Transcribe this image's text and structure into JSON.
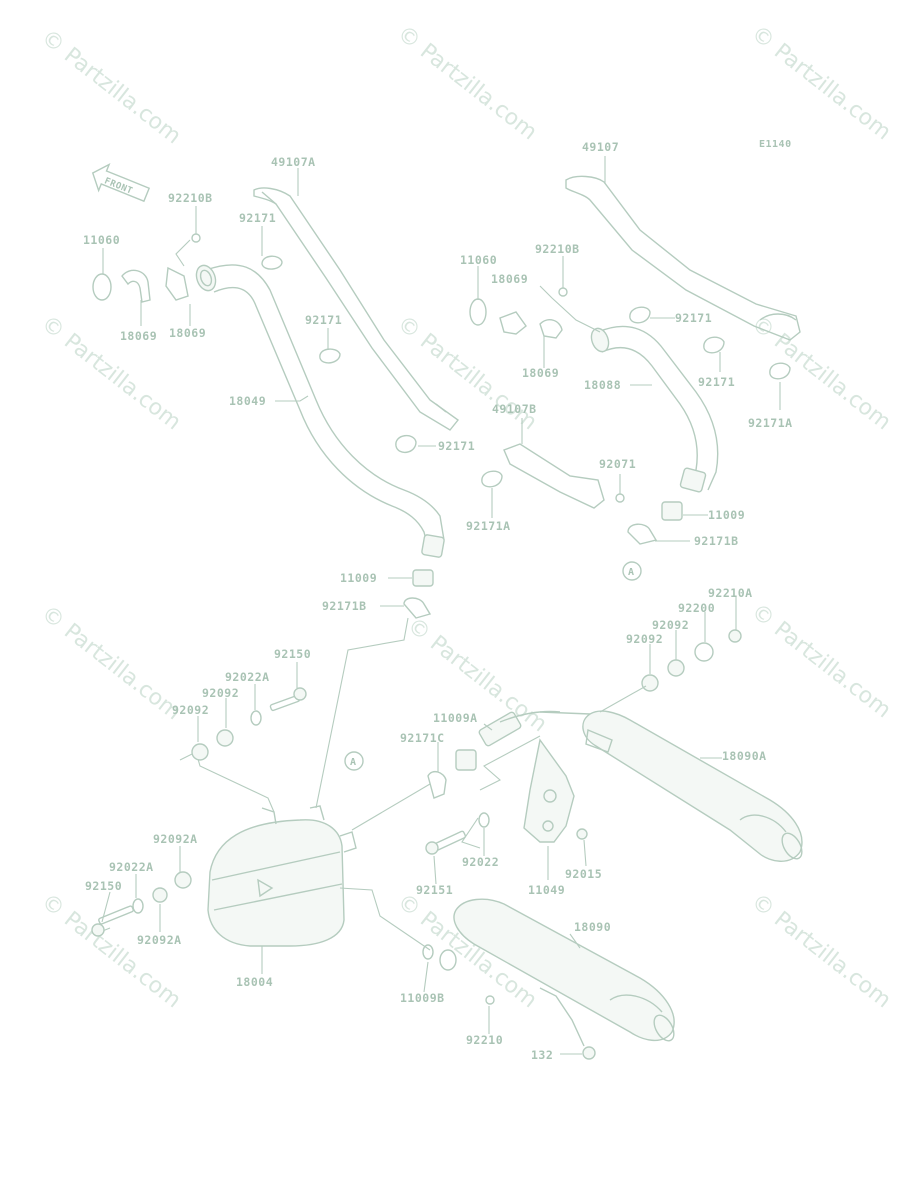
{
  "diagram": {
    "code": "E1140",
    "front_arrow": "FRONT",
    "ref_marker": "A",
    "watermark": "© Partzilla.com",
    "part_labels": [
      "49107A",
      "49107",
      "92210B",
      "11060",
      "92171",
      "18069",
      "18069",
      "92171",
      "18049",
      "92171",
      "11009",
      "92171B",
      "11060",
      "92210B",
      "18069",
      "18069",
      "18088",
      "92171",
      "92171",
      "92171A",
      "49107B",
      "92071",
      "92171A",
      "11009",
      "92171B",
      "92210A",
      "92200",
      "92092",
      "92092",
      "92150",
      "92022A",
      "92092",
      "92092",
      "11009A",
      "92171C",
      "18090A",
      "92022",
      "92015",
      "92151",
      "11049",
      "92092A",
      "92022A",
      "92150",
      "92092A",
      "18004",
      "18090",
      "11009B",
      "92210",
      "132"
    ]
  },
  "colors": {
    "line": "#b5ccbf",
    "label": "#a9c3b4",
    "watermark": "#d8e6de"
  }
}
